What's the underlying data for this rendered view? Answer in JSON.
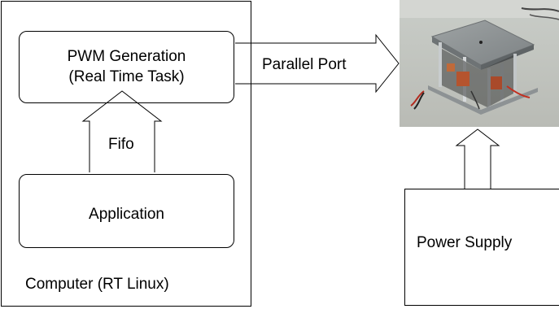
{
  "computer": {
    "label": "Computer (RT Linux)"
  },
  "pwm_box": {
    "line1": "PWM Generation",
    "line2": "(Real Time Task)"
  },
  "fifo": {
    "label": "Fifo"
  },
  "application_box": {
    "label": "Application"
  },
  "parallel_port": {
    "label": "Parallel Port"
  },
  "power_supply": {
    "label": "Power Supply"
  },
  "photo": {
    "icon": "hardware-platform-photo"
  }
}
